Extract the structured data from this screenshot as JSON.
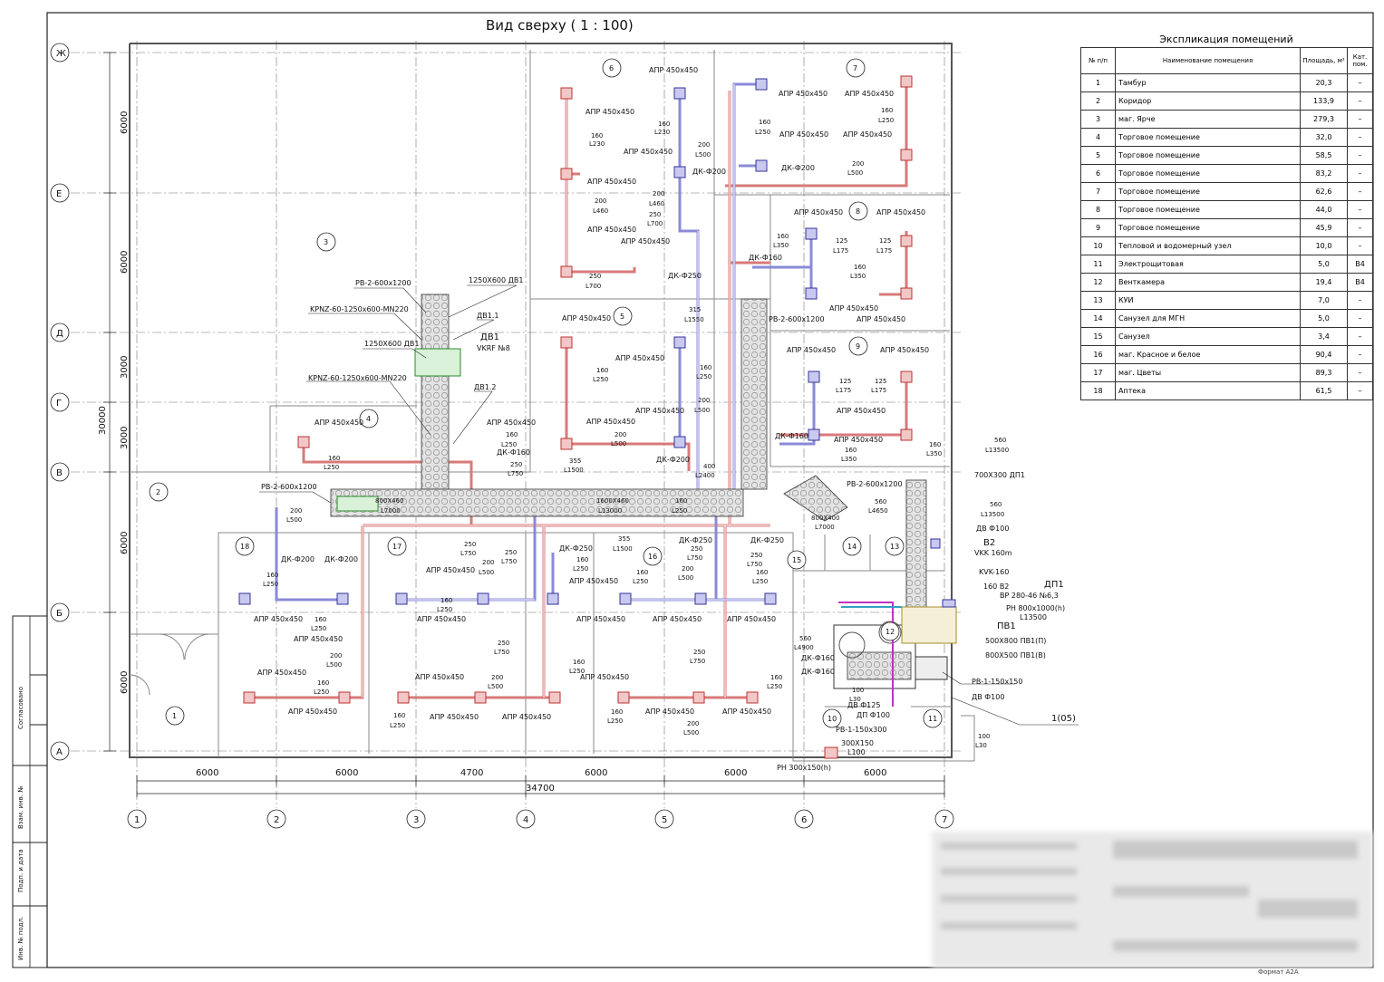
{
  "title": "Вид сверху ( 1 : 100)",
  "axes": {
    "vertical": [
      "1",
      "2",
      "3",
      "4",
      "5",
      "6",
      "7"
    ],
    "horizontal": [
      "Ж",
      "Е",
      "Д",
      "Г",
      "В",
      "Б",
      "А"
    ]
  },
  "dimensions": {
    "bottom": [
      "6000",
      "6000",
      "4700",
      "6000",
      "6000",
      "6000"
    ],
    "bottom_total": "34700",
    "left": [
      "6000",
      "6000",
      "3000",
      "3000",
      "6000",
      "6000"
    ],
    "left_total": "30000"
  },
  "room_numbers": [
    "1",
    "2",
    "3",
    "4",
    "5",
    "6",
    "7",
    "8",
    "9",
    "10",
    "11",
    "12",
    "13",
    "14",
    "15",
    "16",
    "17",
    "18"
  ],
  "side_stamp": [
    "Согласовано",
    "Взам. инв. №",
    "Подп. и дата",
    "Инв. № подл."
  ],
  "section_mark": "1(05)",
  "equipment_labels": {
    "apr": "АПР 450х450",
    "rv1": "РВ-2-600х1200",
    "kp1": "KPNZ-60-1250х600-MN220",
    "kp2": "KPNZ-60-1250х600-MN220",
    "dv1_duct": "1250Х600 ДВ1",
    "dv1_duct2": "1250Х600 ДВ1",
    "dv11": "ДВ1.1",
    "dv1": "ДВ1",
    "vkrf": "VKRF №8",
    "dv12": "ДВ1.2",
    "rv2": "РВ-2-600х1200",
    "rv3": "РВ-2-600х1200",
    "rv4": "РВ-2-600х1200",
    "duct800": "800Х460",
    "l7000": "L7000",
    "duct1600": "1600Х460",
    "l13000": "L13000",
    "dp1_top": "700Х300 ДП1",
    "dvf100": "ДВ Ф100",
    "v2": "В2",
    "vkk": "VKK 160m",
    "kvk": "KVK-160",
    "b2": "160 В2",
    "dp1": "ДП1",
    "vr": "ВР 280-46 №6,3",
    "rn1": "РН 800х1000(h)",
    "l13500": "L13500",
    "pv1": "ПВ1",
    "pv1p": "500Х800 ПВ1(П)",
    "pv1v": "800Х500 ПВ1(В)",
    "rv5": "РВ-1-150х150",
    "dvf100b": "ДВ Ф100",
    "dvf125": "ДВ Ф125",
    "dpf100": "ДП Ф100",
    "rv6": "РВ-1-150х300",
    "d300": "300Х150",
    "l100": "L100",
    "rn2": "РН 300х150(h)",
    "dkf200": "ДК-Ф200",
    "dkf250": "ДК-Ф250",
    "dkf160": "ДК-Ф160",
    "d160": "160",
    "d200": "200",
    "d250": "250",
    "d355": "355",
    "d315": "315",
    "d400": "400",
    "d560": "560",
    "d125": "125",
    "d100": "100",
    "d800x400": "800Х400",
    "l250": "L250",
    "l230": "L230",
    "l500": "L500",
    "l460": "L460",
    "l700": "L700",
    "l750": "L750",
    "l1500": "L1500",
    "l1550": "L1550",
    "l2400": "L2400",
    "l350": "L350",
    "l175": "L175",
    "l4650": "L4650",
    "l4900": "L4900",
    "l30": "L30"
  },
  "legend": {
    "title": "Экспликация помещений",
    "headers": [
      "№ п/п",
      "Наименование помещения",
      "Площадь, м²",
      "Кат. пом."
    ],
    "rows": [
      [
        "1",
        "Тамбур",
        "20,3",
        "–"
      ],
      [
        "2",
        "Коридор",
        "133,9",
        "–"
      ],
      [
        "3",
        "маг. Ярче",
        "279,3",
        "–"
      ],
      [
        "4",
        "Торговое помещение",
        "32,0",
        "–"
      ],
      [
        "5",
        "Торговое помещение",
        "58,5",
        "–"
      ],
      [
        "6",
        "Торговое помещение",
        "83,2",
        "–"
      ],
      [
        "7",
        "Торговое помещение",
        "62,6",
        "–"
      ],
      [
        "8",
        "Торговое помещение",
        "44,0",
        "–"
      ],
      [
        "9",
        "Торговое помещение",
        "45,9",
        "–"
      ],
      [
        "10",
        "Тепловой и водомерный узел",
        "10,0",
        "–"
      ],
      [
        "11",
        "Электрощитовая",
        "5,0",
        "В4"
      ],
      [
        "12",
        "Венткамера",
        "19,4",
        "В4"
      ],
      [
        "13",
        "КУИ",
        "7,0",
        "–"
      ],
      [
        "14",
        "Санузел для МГН",
        "5,0",
        "–"
      ],
      [
        "15",
        "Санузел",
        "3,4",
        "–"
      ],
      [
        "16",
        "маг. Красное и белое",
        "90,4",
        "–"
      ],
      [
        "17",
        "маг. Цветы",
        "89,3",
        "–"
      ],
      [
        "18",
        "Аптека",
        "61,5",
        "–"
      ]
    ]
  },
  "format_label": "Формат А2А"
}
